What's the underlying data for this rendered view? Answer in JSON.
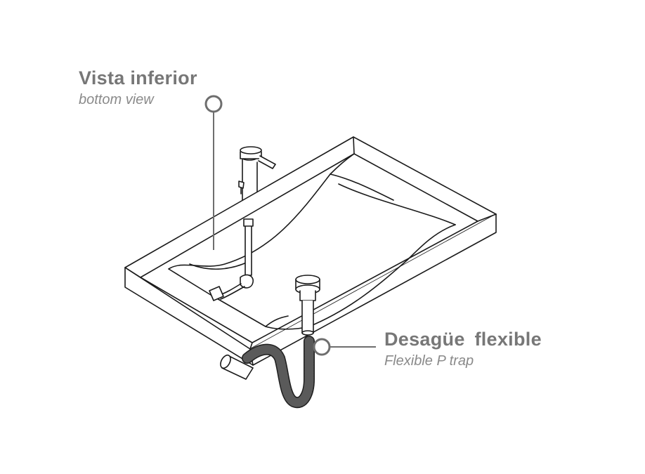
{
  "labels": {
    "bottom_view": {
      "title": "Vista inferior",
      "subtitle": "bottom view"
    },
    "p_trap": {
      "title": "Desagüe  flexible",
      "subtitle": "Flexible P trap"
    }
  },
  "colors": {
    "line": "#1a1a1a",
    "callout": "#6e6e6e",
    "label_title": "#777777",
    "label_sub": "#8a8a8a",
    "hose": "#2a2a2a"
  }
}
